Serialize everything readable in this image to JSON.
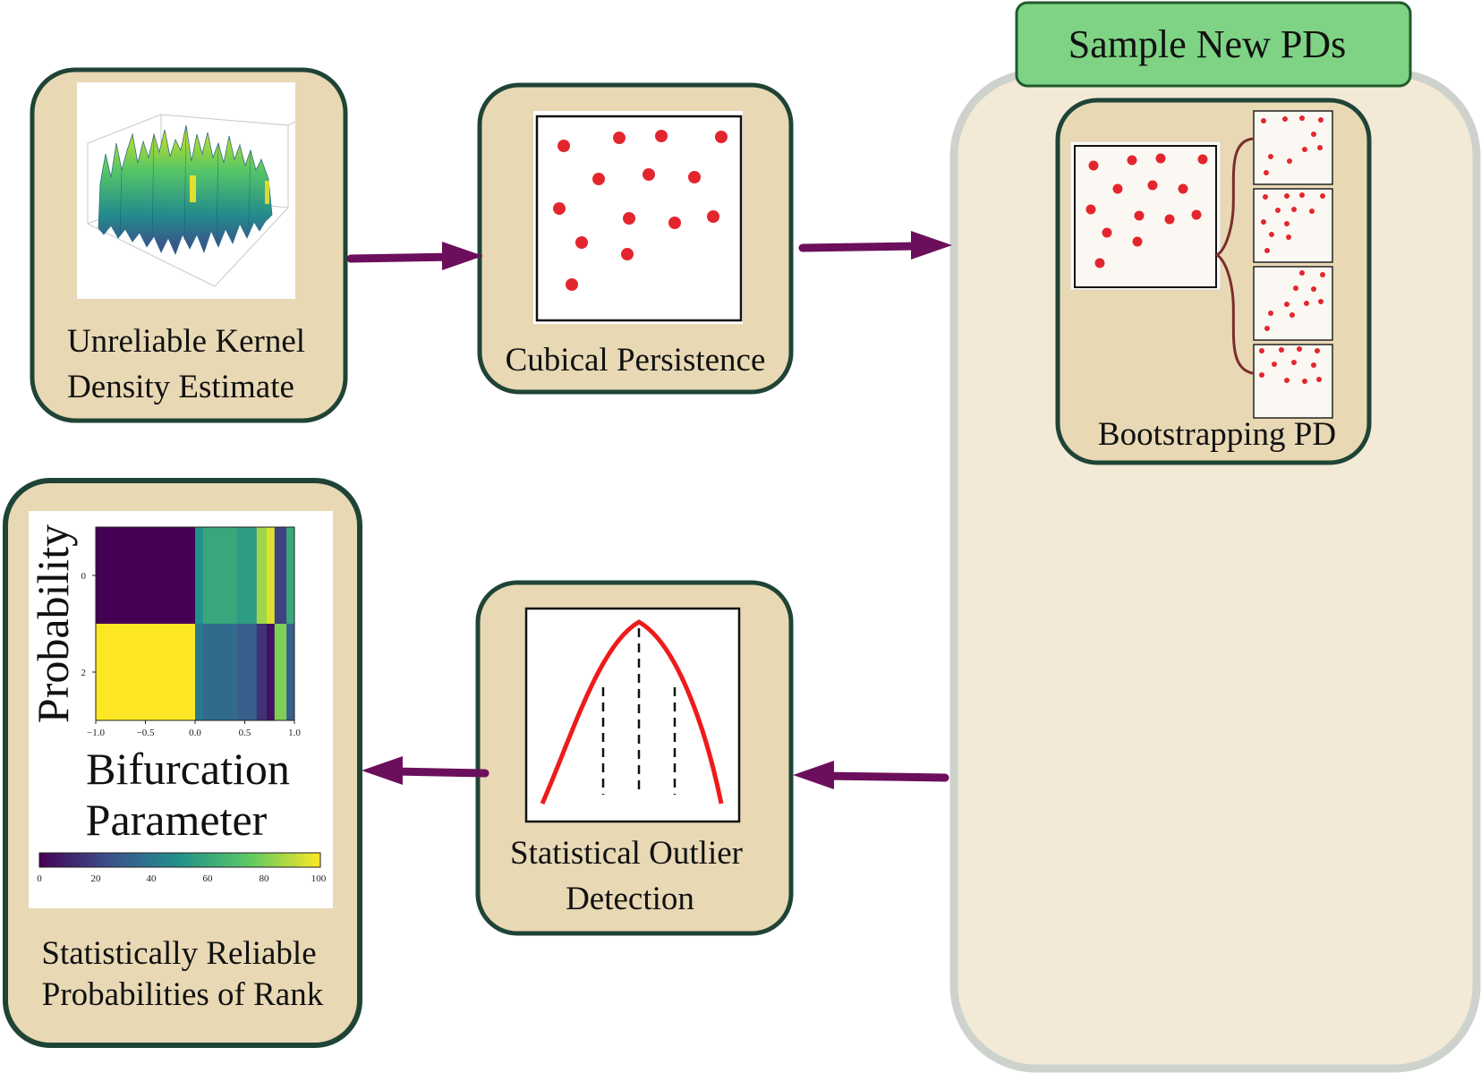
{
  "colors": {
    "box_fill": "#e8d8b4",
    "box_stroke": "#1f4436",
    "panel_fill": "#f2e9d6",
    "panel_stroke": "#cdd3cc",
    "header_fill": "#7fd384",
    "header_stroke": "#1f5a2c",
    "arrow": "#6b0f5c",
    "dot": "#e3262d",
    "curve": "#ee1b1b"
  },
  "header": {
    "label": "Sample New PDs"
  },
  "kde_box": {
    "line1": "Unreliable Kernel",
    "line2": "Density Estimate"
  },
  "cubical_box": {
    "label": "Cubical Persistence"
  },
  "bootstrap_box": {
    "label": "Bootstrapping PD"
  },
  "outlier_box": {
    "line1": "Statistical Outlier",
    "line2": "Detection"
  },
  "result_box": {
    "line1": "Statistically Reliable",
    "line2": "Probabilities of Rank",
    "ylabel": "Probability",
    "xlabel_line1": "Bifurcation",
    "xlabel_line2": "Parameter",
    "y_ticks": [
      "0",
      "2"
    ],
    "x_ticks": [
      "−1.0",
      "−0.5",
      "0.0",
      "0.5",
      "1.0"
    ],
    "colorbar_ticks": [
      "0",
      "20",
      "40",
      "60",
      "80",
      "100"
    ]
  },
  "heatmap_data": {
    "x_edges": [
      -1.0,
      0.0,
      0.08,
      0.22,
      0.42,
      0.62,
      0.72,
      0.8,
      0.92,
      1.0
    ],
    "row0": [
      0,
      50,
      60,
      60,
      55,
      85,
      95,
      20,
      60
    ],
    "row1": [
      100,
      40,
      35,
      35,
      30,
      15,
      5,
      80,
      30
    ]
  }
}
